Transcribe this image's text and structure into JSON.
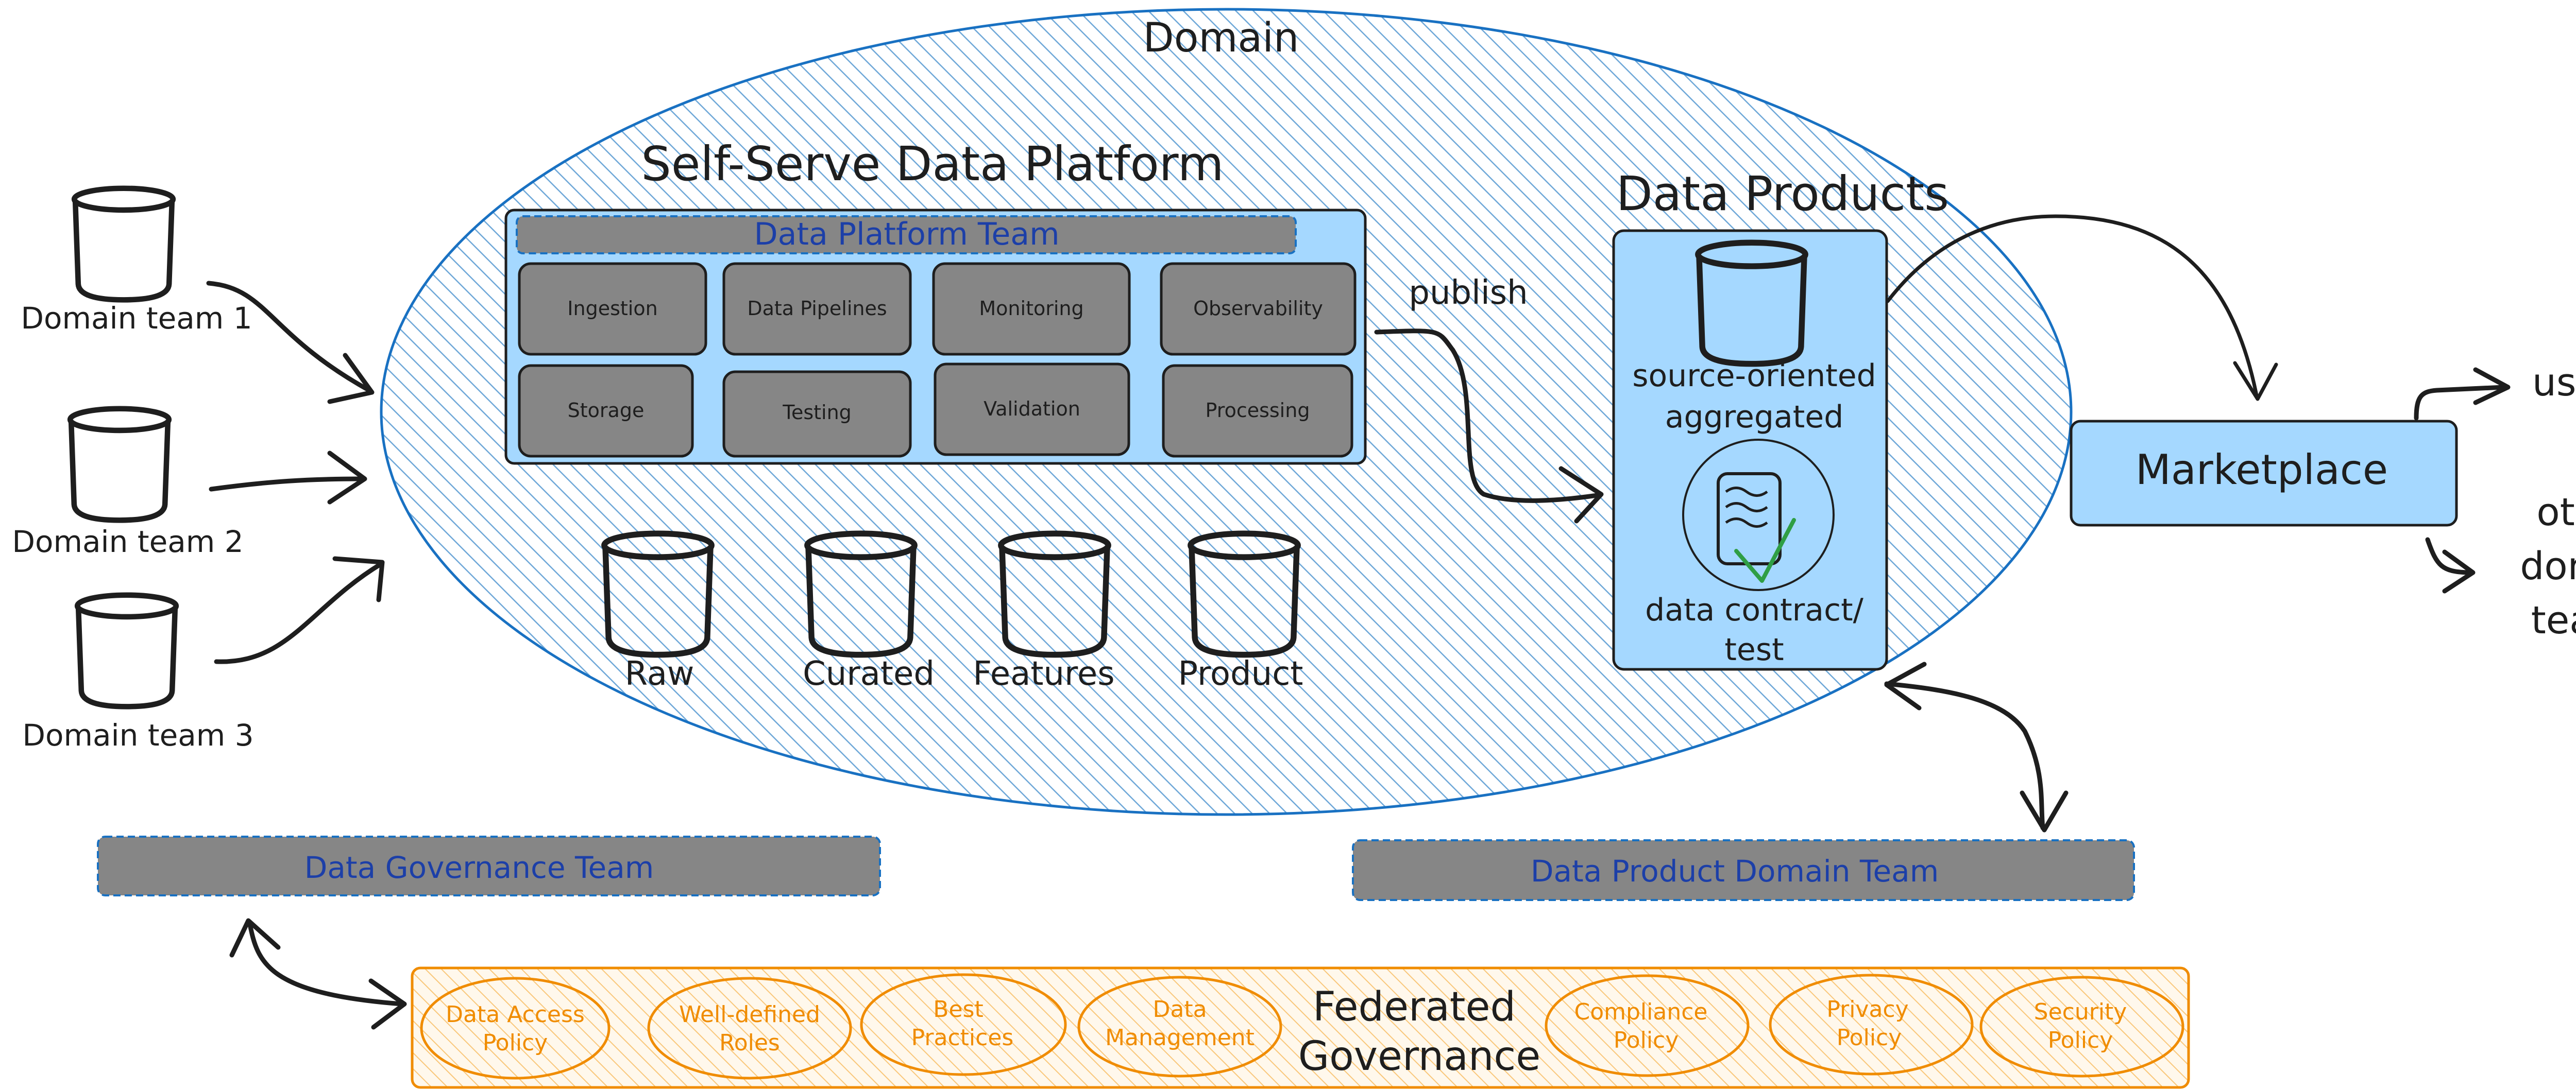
{
  "domain_title": "Domain",
  "platform": {
    "title": "Self-Serve Data Platform",
    "team_label": "Data Platform Team",
    "modules": [
      "Ingestion",
      "Data Pipelines",
      "Monitoring",
      "Observability",
      "Storage",
      "Testing",
      "Validation",
      "Processing"
    ],
    "stores": [
      "Raw",
      "Curated",
      "Features",
      "Product"
    ]
  },
  "domain_teams": [
    "Domain team 1",
    "Domain team 2",
    "Domain team 3"
  ],
  "publish_label": "publish",
  "data_products": {
    "title": "Data Products",
    "line1": "source-oriented",
    "line2": "aggregated",
    "contract1": "data contract/",
    "contract2": "test"
  },
  "marketplace": {
    "label": "Marketplace",
    "users": "users",
    "other1": "other",
    "other2": "domain",
    "other3": "teams"
  },
  "governance_team": "Data Governance Team",
  "product_domain_team": "Data Product Domain Team",
  "federated": {
    "title1": "Federated",
    "title2": "Governance",
    "policies": [
      [
        "Data Access",
        "Policy"
      ],
      [
        "Well-defined",
        "Roles"
      ],
      [
        "Best",
        "Practices"
      ],
      [
        "Data",
        "Management"
      ],
      [
        "Compliance",
        "Policy"
      ],
      [
        "Privacy",
        "Policy"
      ],
      [
        "Security",
        "Policy"
      ]
    ]
  },
  "colors": {
    "ink": "#1e1e1e",
    "blue_fill": "#a5d8ff",
    "blue_stroke": "#1971c2",
    "gray_box": "#868686",
    "team_text": "#1c3fa8",
    "orange": "#f08c00",
    "check": "#2f9e44"
  }
}
